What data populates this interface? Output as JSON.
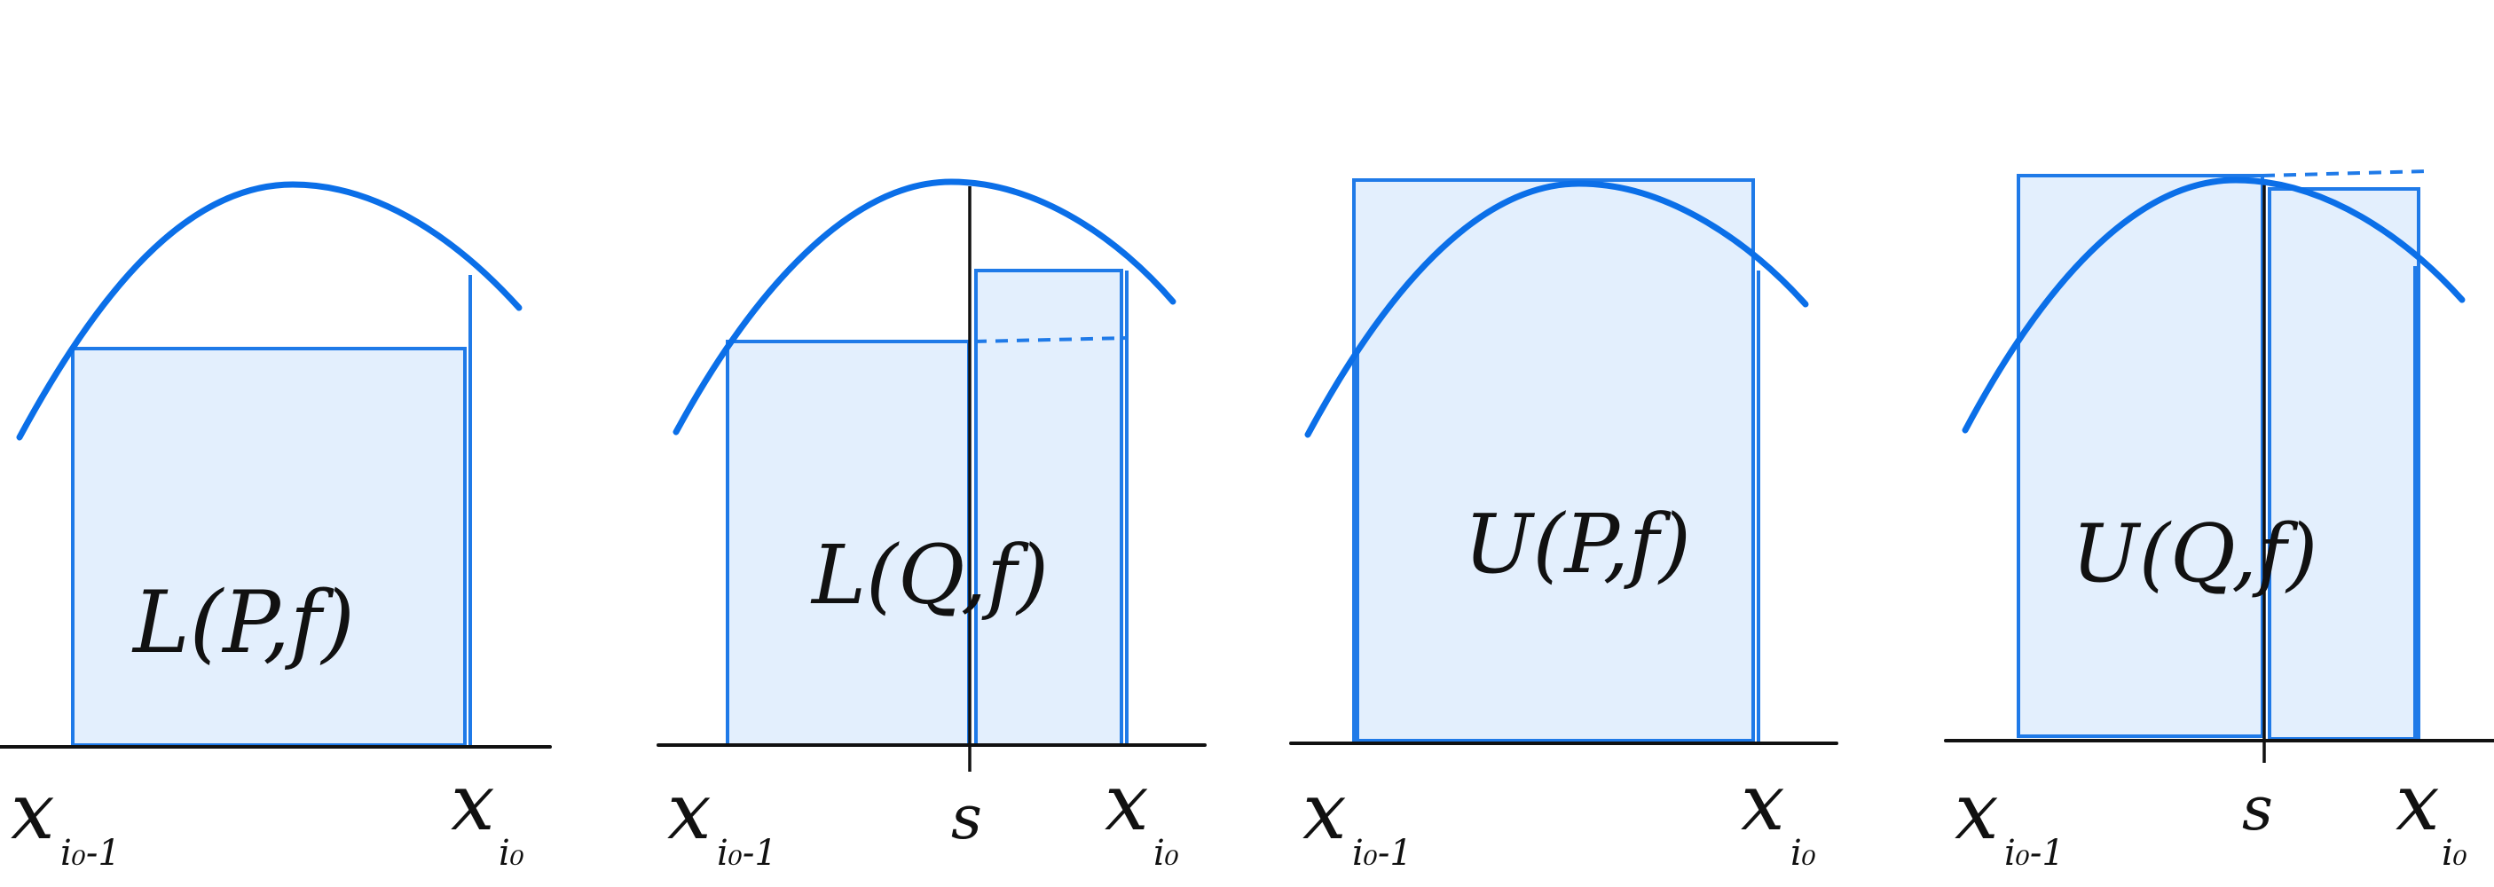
{
  "panels": [
    {
      "id": "lower-sum-P",
      "label": "L(P,f)",
      "x_left": "x",
      "x_left_sub": "i₀-1",
      "x_right": "x",
      "x_right_sub": "i₀",
      "split": ""
    },
    {
      "id": "lower-sum-Q",
      "label": "L(Q,f)",
      "x_left": "x",
      "x_left_sub": "i₀-1",
      "x_right": "x",
      "x_right_sub": "i₀",
      "split": "s"
    },
    {
      "id": "upper-sum-P",
      "label": "U(P,f)",
      "x_left": "x",
      "x_left_sub": "i₀-1",
      "x_right": "x",
      "x_right_sub": "i₀",
      "split": ""
    },
    {
      "id": "upper-sum-Q",
      "label": "U(Q,f)",
      "x_left": "x",
      "x_left_sub": "i₀-1",
      "x_right": "x",
      "x_right_sub": "i₀",
      "split": "s"
    }
  ],
  "colors": {
    "curve": "#0b6fe8",
    "rect_fill": "#e3effd",
    "rect_stroke": "#1f7ae8",
    "axis": "#111111"
  }
}
